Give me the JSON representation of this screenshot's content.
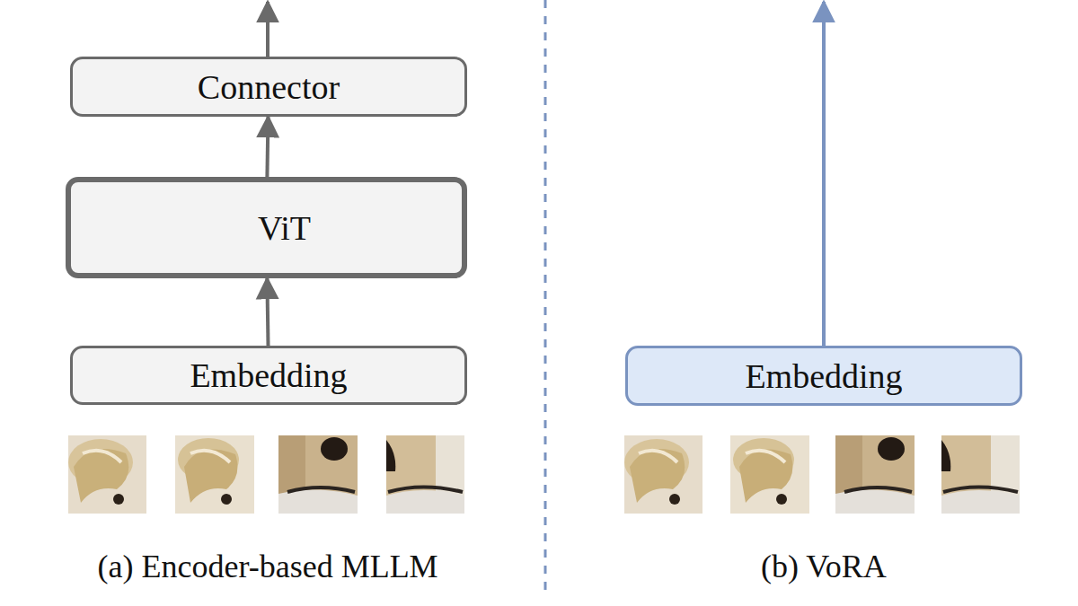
{
  "diagram": {
    "nodes": [
      {
        "text": [
          "Connector"
        ]
      },
      {
        "text": [
          "ViT"
        ]
      },
      {
        "text": [
          "Embedding"
        ]
      },
      {
        "text": [
          "Embedding"
        ]
      }
    ],
    "edges": [
      {
        "from": 2,
        "to": 1,
        "arrow": "to"
      },
      {
        "from": 1,
        "to": 0,
        "arrow": "to"
      }
    ],
    "labels": [
      "(a) Encoder-based MLLM",
      "(b) VoRA"
    ]
  }
}
